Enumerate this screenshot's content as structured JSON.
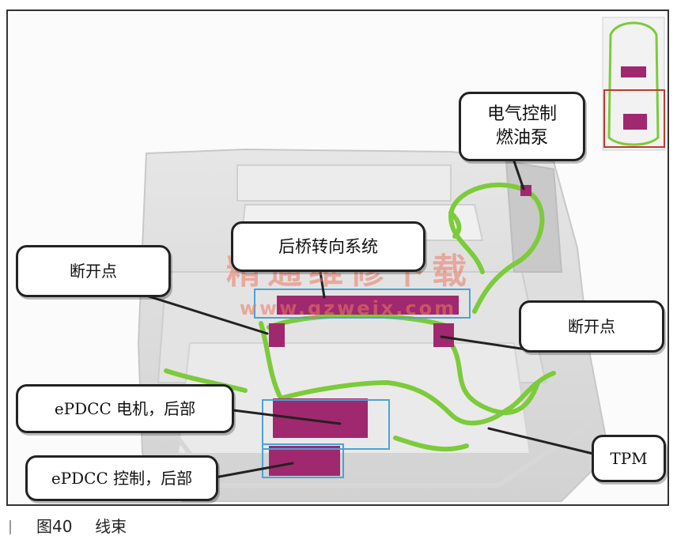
{
  "callouts": {
    "fuel_pump": "电气控制\n燃油泵",
    "rear_axle_steering": "后桥转向系统",
    "break_point_left": "断开点",
    "break_point_right": "断开点",
    "epdcc_motor": "ePDCC 电机，后部",
    "epdcc_control": "ePDCC 控制，后部",
    "tpm": "TPM"
  },
  "watermark": {
    "main": "精通维修下载",
    "url": "www.gzweix.com"
  },
  "caption": {
    "figure": "图40",
    "title": "线束"
  },
  "colors": {
    "harness": "#7ccb3a",
    "component": "#a0286e",
    "highlight_box": "#4aa3d8",
    "locator_box": "#c0392b"
  }
}
